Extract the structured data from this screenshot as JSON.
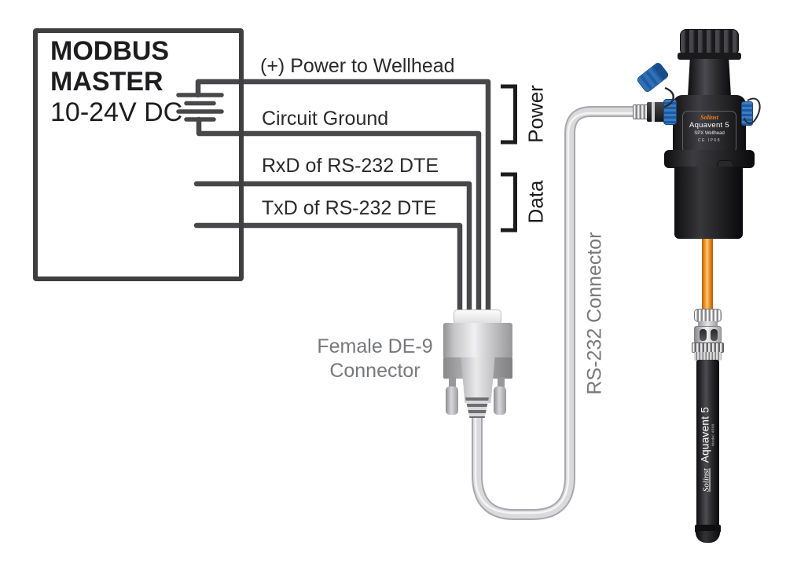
{
  "modbus_box": {
    "line1": "MODBUS",
    "line2": "MASTER",
    "line3": "10-24V DC"
  },
  "wires": {
    "power": "(+) Power to Wellhead",
    "ground": "Circuit Ground",
    "rxd": "RxD of RS-232 DTE",
    "txd": "TxD of RS-232 DTE"
  },
  "brackets": {
    "power": "Power",
    "data": "Data"
  },
  "de9": {
    "line1": "Female DE-9",
    "line2": "Connector"
  },
  "cable": {
    "label": "RS-232 Connector"
  },
  "wellhead": {
    "brand": "Solinst",
    "product": "Aquavent 5",
    "model": "SPX Wellhead",
    "marks": "CE IP68"
  },
  "probe": {
    "brand": "Solinst",
    "product": "Aquavent 5",
    "model": "Model 4500"
  },
  "colors": {
    "wire": "#48484b",
    "bracket": "#1c1c1e",
    "muted_label": "#77787b",
    "text": "#1d1d1f",
    "cable_gray": "#d9d9da",
    "vent_cable_orange": "#f5a03c",
    "connector_blue": "#2a6cb3",
    "solinst_orange": "#f58025"
  }
}
